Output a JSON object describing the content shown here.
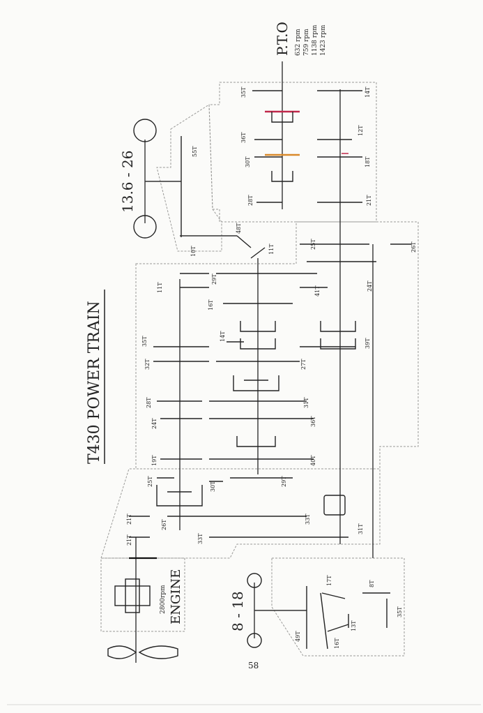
{
  "title": "T430 POWER TRAIN",
  "engine": {
    "label": "ENGINE",
    "speed": "2800rpm"
  },
  "pto": {
    "label": "P.T.O",
    "speeds": [
      "632 rpm",
      "759 rpm",
      "1138 rpm",
      "1423 rpm"
    ]
  },
  "rear_tire": "13.6 - 26",
  "front_tire": "8 - 18",
  "page_number": "58",
  "gear_labels": [
    "35T",
    "14T",
    "36T",
    "12T",
    "30T",
    "18T",
    "28T",
    "21T",
    "55T",
    "48T",
    "11T",
    "10T",
    "25T",
    "26T",
    "29T",
    "41T",
    "11T",
    "16T",
    "24T",
    "14T",
    "35T",
    "39T",
    "32T",
    "27T",
    "28T",
    "31T",
    "24T",
    "36T",
    "19T",
    "40T",
    "25T",
    "29T",
    "30T",
    "26T",
    "21T",
    "21T",
    "33T",
    "33T",
    "31T",
    "17T",
    "8T",
    "35T",
    "13T",
    "16T",
    "49T"
  ],
  "colors": {
    "ink": "#222222",
    "accent_red": "#c0284a",
    "accent_orange": "#d98a2a"
  }
}
